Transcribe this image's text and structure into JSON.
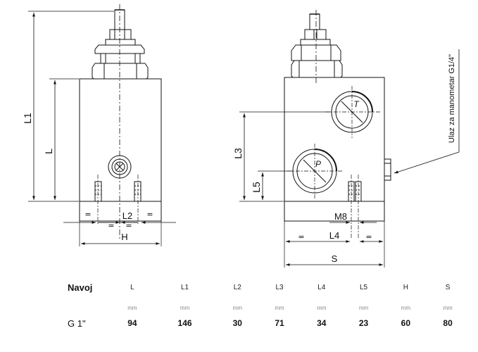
{
  "drawing": {
    "left_dims": {
      "L1": "L1",
      "L": "L",
      "L2": "L2",
      "H": "H",
      "eq": "="
    },
    "right_dims": {
      "L3": "L3",
      "L5": "L5",
      "M8": "M8",
      "L4": "L4",
      "S": "S",
      "eq": "="
    },
    "ports": {
      "T": "T",
      "P": "P"
    },
    "gauge_note": "Ulaz za manometar G1/4\""
  },
  "table": {
    "corner": "Navoj",
    "columns": [
      "L",
      "L1",
      "L2",
      "L3",
      "L4",
      "L5",
      "H",
      "S"
    ],
    "units": [
      "mm",
      "mm",
      "mm",
      "mm",
      "mm",
      "mm",
      "mm",
      "mm"
    ],
    "row_label": "G 1\"",
    "values": [
      "94",
      "146",
      "30",
      "71",
      "34",
      "23",
      "60",
      "80"
    ]
  }
}
